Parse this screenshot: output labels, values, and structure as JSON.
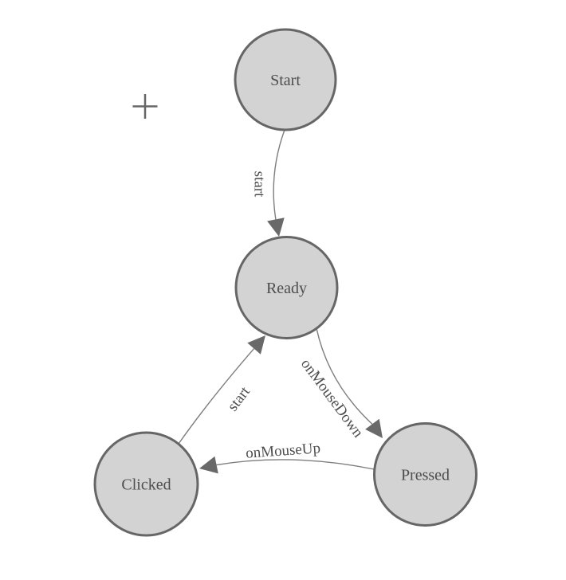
{
  "diagram": {
    "type": "state-machine",
    "nodes": [
      {
        "id": "start",
        "label": "Start"
      },
      {
        "id": "ready",
        "label": "Ready"
      },
      {
        "id": "clicked",
        "label": "Clicked"
      },
      {
        "id": "pressed",
        "label": "Pressed"
      }
    ],
    "edges": [
      {
        "id": "start-to-ready",
        "label": "start",
        "from": "Start",
        "to": "Ready"
      },
      {
        "id": "clicked-to-ready",
        "label": "start",
        "from": "Clicked",
        "to": "Ready"
      },
      {
        "id": "ready-to-pressed",
        "label": "onMouseDown",
        "from": "Ready",
        "to": "Pressed"
      },
      {
        "id": "pressed-to-clicked",
        "label": "onMouseUp",
        "from": "Pressed",
        "to": "Clicked"
      }
    ],
    "colors": {
      "background": "#ffffff",
      "node_fill": "#d3d3d3",
      "node_border": "#666666",
      "edge_stroke": "#7d7d7d",
      "arrowhead_fill": "#696969",
      "label_text": "#4d4d4d",
      "crosshair": "#666666"
    }
  }
}
